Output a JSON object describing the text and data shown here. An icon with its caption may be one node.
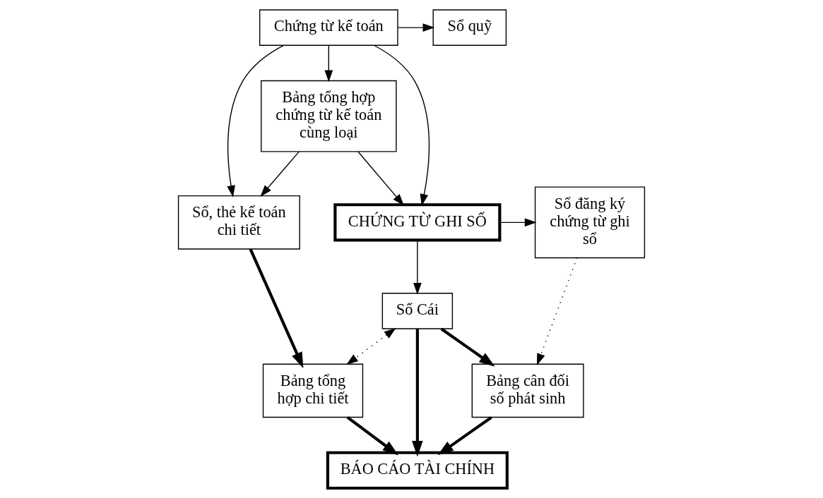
{
  "diagram": {
    "nodes": [
      {
        "text": [
          "Chứng từ kế toán"
        ]
      },
      {
        "text": [
          "Sổ quỹ"
        ]
      },
      {
        "text": [
          "Bảng tổng hợp chứng từ kế toán cùng loại"
        ]
      },
      {
        "text": [
          "Sổ, thẻ kế toán chi tiết"
        ]
      },
      {
        "text": [
          "Sổ đăng ký chứng từ ghi sổ"
        ]
      },
      {
        "text": [
          "CHỨNG TỪ GHI SỔ"
        ]
      },
      {
        "text": [
          "Sổ Cái"
        ]
      },
      {
        "text": [
          "Bảng tổng hợp chi tiết"
        ]
      },
      {
        "text": [
          "Bảng cân đối số phát sinh"
        ]
      },
      {
        "text": [
          "BÁO CÁO TÀI CHÍNH"
        ]
      }
    ],
    "edges": [
      {
        "from": 0,
        "to": 1,
        "arrow": "to"
      },
      {
        "from": 0,
        "to": 5,
        "arrow": "to"
      },
      {
        "from": 0,
        "to": 2,
        "arrow": "to"
      },
      {
        "from": 0,
        "to": 3,
        "arrow": "to"
      },
      {
        "from": 2,
        "to": 3,
        "arrow": "to"
      },
      {
        "from": 2,
        "to": 5,
        "arrow": "to"
      },
      {
        "from": 5,
        "to": 4,
        "arrow": "to"
      },
      {
        "from": 5,
        "to": 6,
        "arrow": "to"
      },
      {
        "from": 3,
        "to": 7,
        "arrow": "to",
        "style": "thick"
      },
      {
        "from": 6,
        "to": 7,
        "arrow": "both",
        "style": "dashed"
      },
      {
        "from": 4,
        "to": 8,
        "arrow": "to",
        "style": "dashed"
      },
      {
        "from": 6,
        "to": 8,
        "arrow": "to",
        "style": "thick"
      },
      {
        "from": 8,
        "to": 9,
        "arrow": "to",
        "style": "thick"
      },
      {
        "from": 6,
        "to": 9,
        "arrow": "to",
        "style": "thick"
      },
      {
        "from": 7,
        "to": 9,
        "arrow": "to",
        "style": "thick"
      }
    ]
  }
}
